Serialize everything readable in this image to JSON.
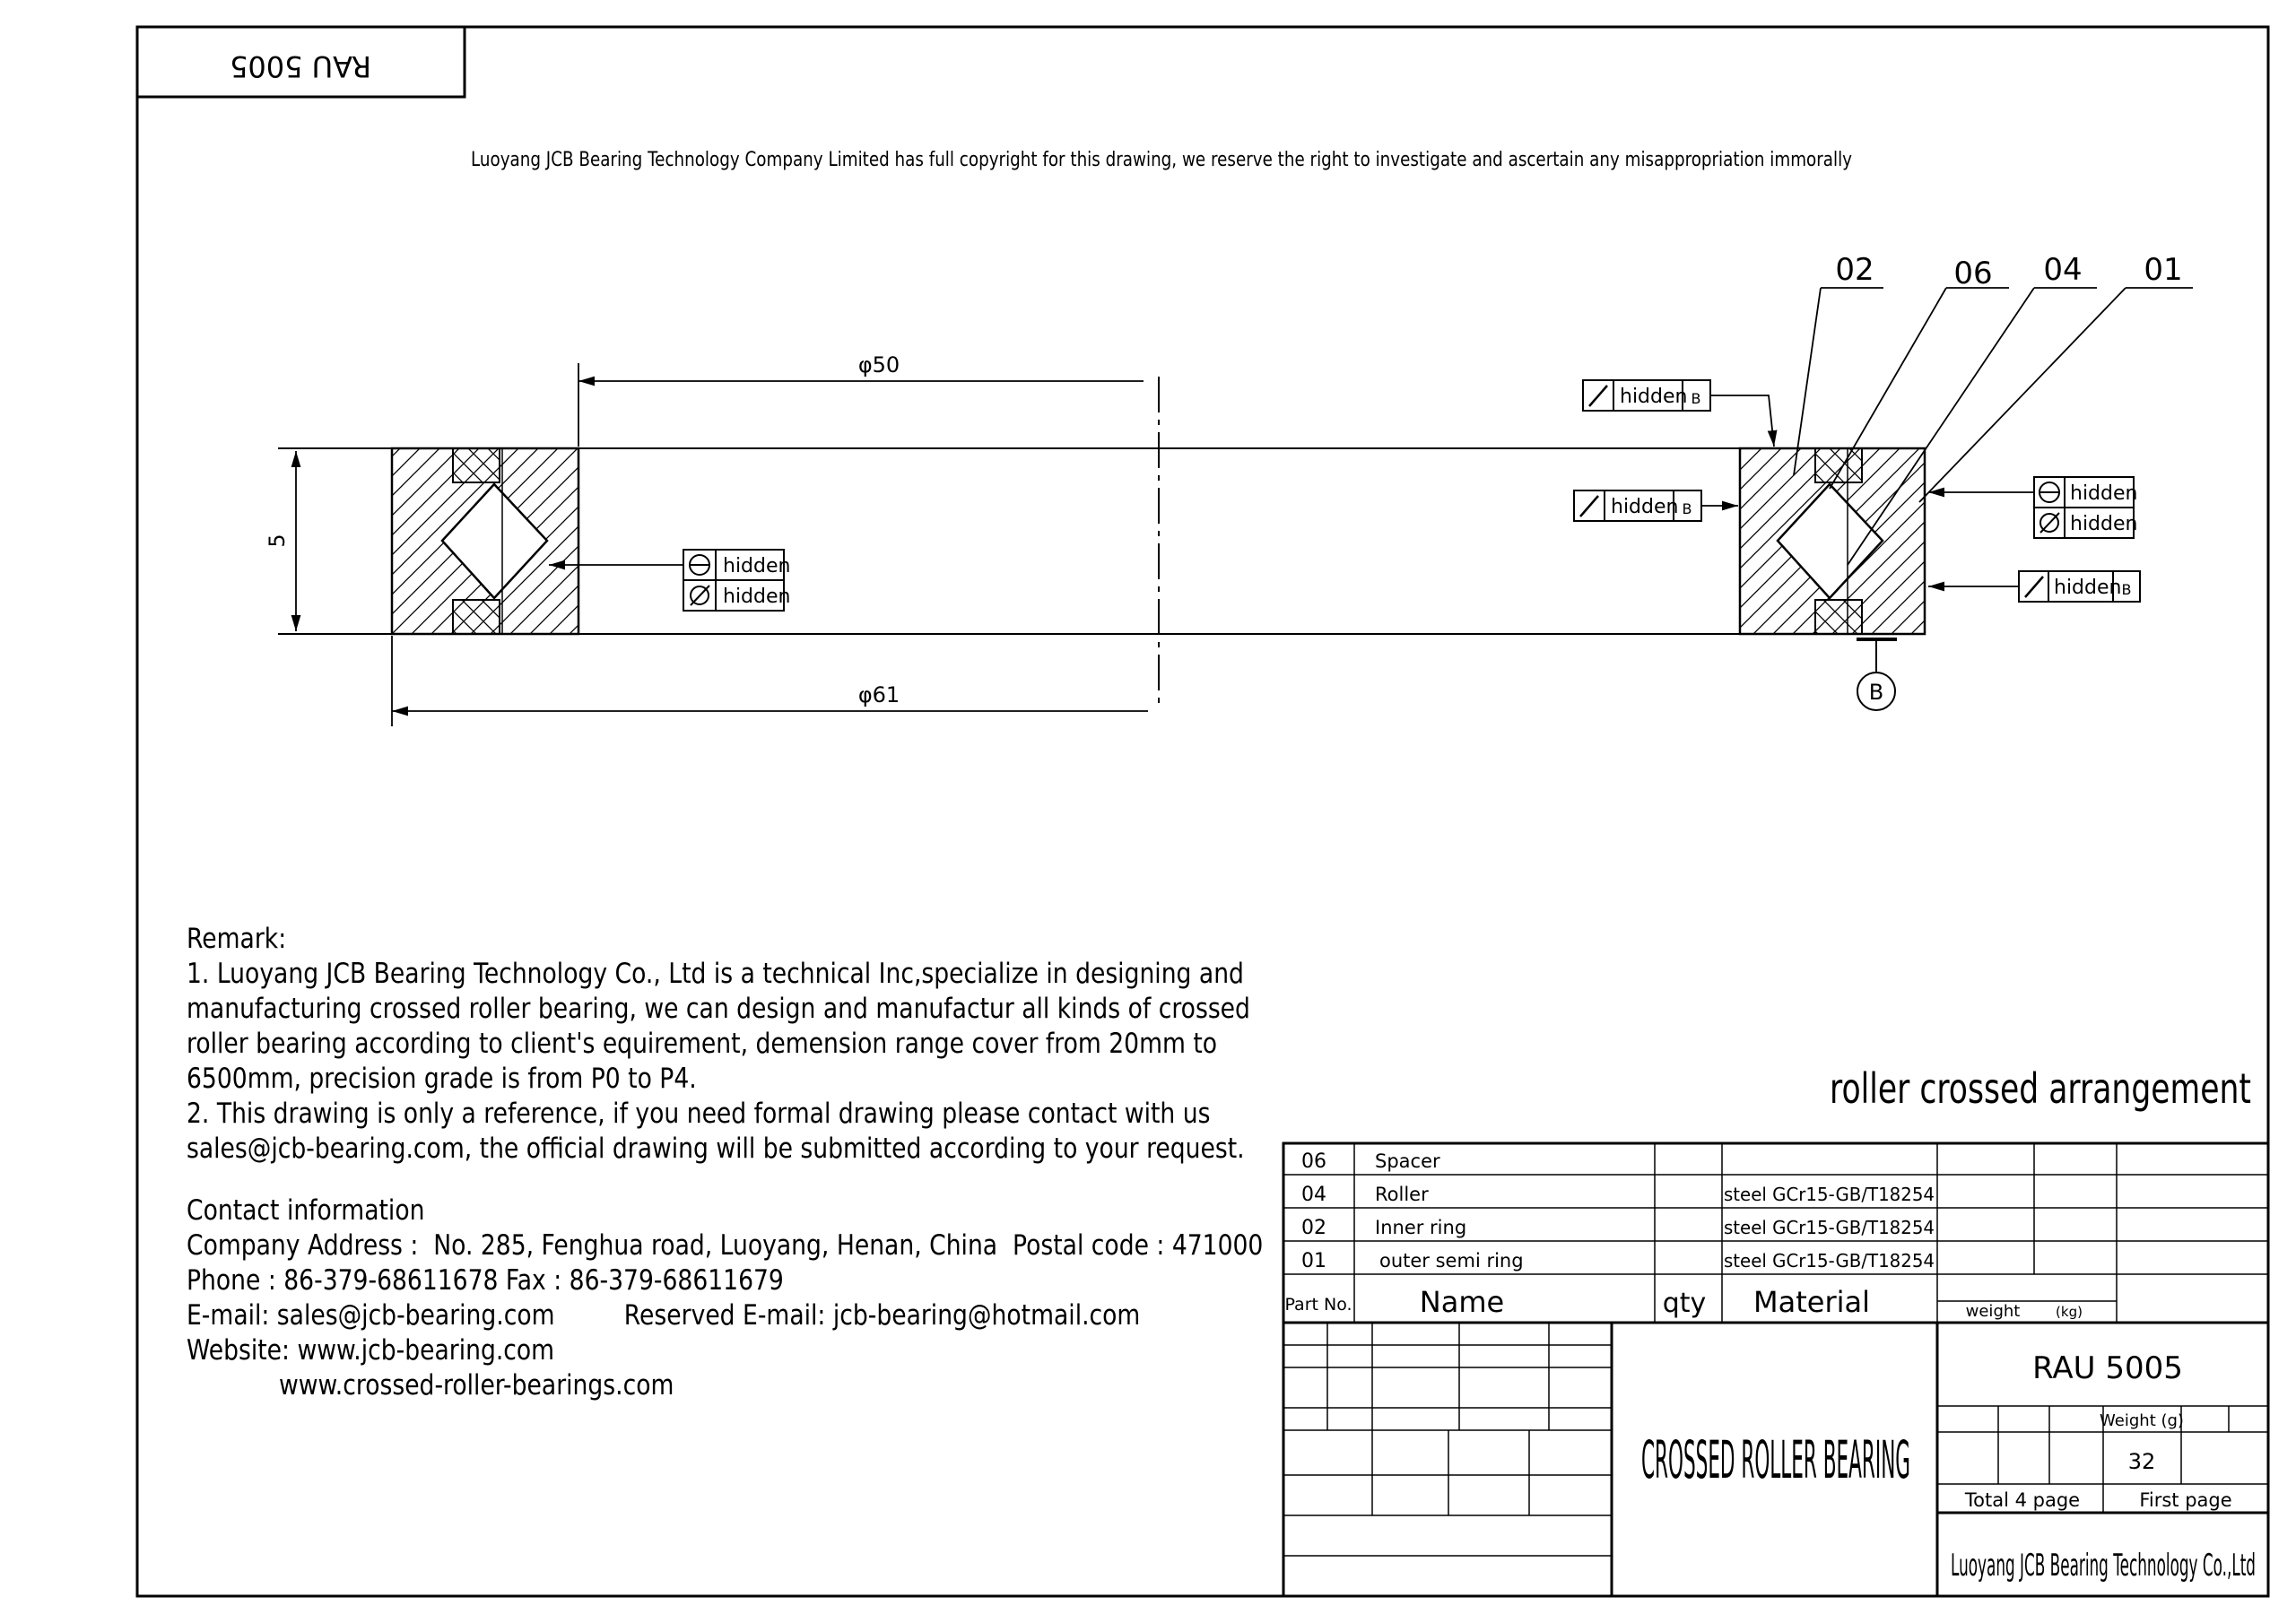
{
  "title_block_tag": "RAU 5005",
  "copyright_notice": "Luoyang JCB Bearing Technology Company Limited has full copyright for this drawing, we reserve the right to investigate and ascertain any misappropriation immorally",
  "dimensions": {
    "bore": "φ50",
    "outer": "φ61",
    "width": "5"
  },
  "part_callouts": [
    "02",
    "06",
    "04",
    "01"
  ],
  "datum_label": "B",
  "tolerance_frames": {
    "left_flatness": "hidden",
    "left_parallelism": "hidden",
    "right_top_runout": "hidden",
    "right_top_runout_datum": "B",
    "right_mid_runout": "hidden",
    "right_mid_runout_datum": "B",
    "right_flatness": "hidden",
    "right_parallelism": "hidden",
    "right_bottom_runout": "hidden",
    "right_bottom_runout_datum": "B"
  },
  "remarks": {
    "heading": "Remark:",
    "lines": [
      "1. Luoyang JCB Bearing Technology Co., Ltd is a technical Inc,specialize in designing and",
      "manufacturing crossed roller bearing, we can design and manufactur all kinds of crossed",
      "roller bearing according to client's equirement, demension range cover from 20mm to",
      "6500mm, precision grade is from P0 to P4.",
      "2. This drawing is only a reference, if you need formal drawing please contact with us",
      "sales@jcb-bearing.com, the official drawing will be submitted according to your request."
    ]
  },
  "contact": {
    "heading": "Contact information",
    "address": "Company Address :  No. 285, Fenghua road, Luoyang, Henan, China  Postal code : 471000",
    "phone": "Phone : 86-379-68611678 Fax : 86-379-68611679",
    "email": "E-mail: sales@jcb-bearing.com",
    "reserved_email": "Reserved E-mail: jcb-bearing@hotmail.com",
    "website_label": "Website: www.jcb-bearing.com",
    "website_2": "www.crossed-roller-bearings.com"
  },
  "arrangement_label": "roller crossed arrangement",
  "parts_table": {
    "rows": [
      {
        "no": "06",
        "name": "Spacer",
        "material": ""
      },
      {
        "no": "04",
        "name": "Roller",
        "material": "steel GCr15-GB/T18254"
      },
      {
        "no": "02",
        "name": "Inner ring",
        "material": "steel GCr15-GB/T18254"
      },
      {
        "no": "01",
        "name": "outer semi ring",
        "material": "steel GCr15-GB/T18254"
      }
    ],
    "headers": {
      "part_no": "Part No.",
      "name": "Name",
      "qty": "qty",
      "material": "Material",
      "weight": "weight",
      "weight_unit": "(kg)"
    }
  },
  "title_block": {
    "product_name": "CROSSED ROLLER BEARING",
    "model": "RAU 5005",
    "weight_label": "Weight (g)",
    "weight_value": "32",
    "total_pages": "Total 4 page",
    "page": "First page",
    "company": "Luoyang JCB Bearing Technology Co.,Ltd"
  },
  "colors": {
    "ink": "#000000",
    "paper": "#ffffff"
  }
}
